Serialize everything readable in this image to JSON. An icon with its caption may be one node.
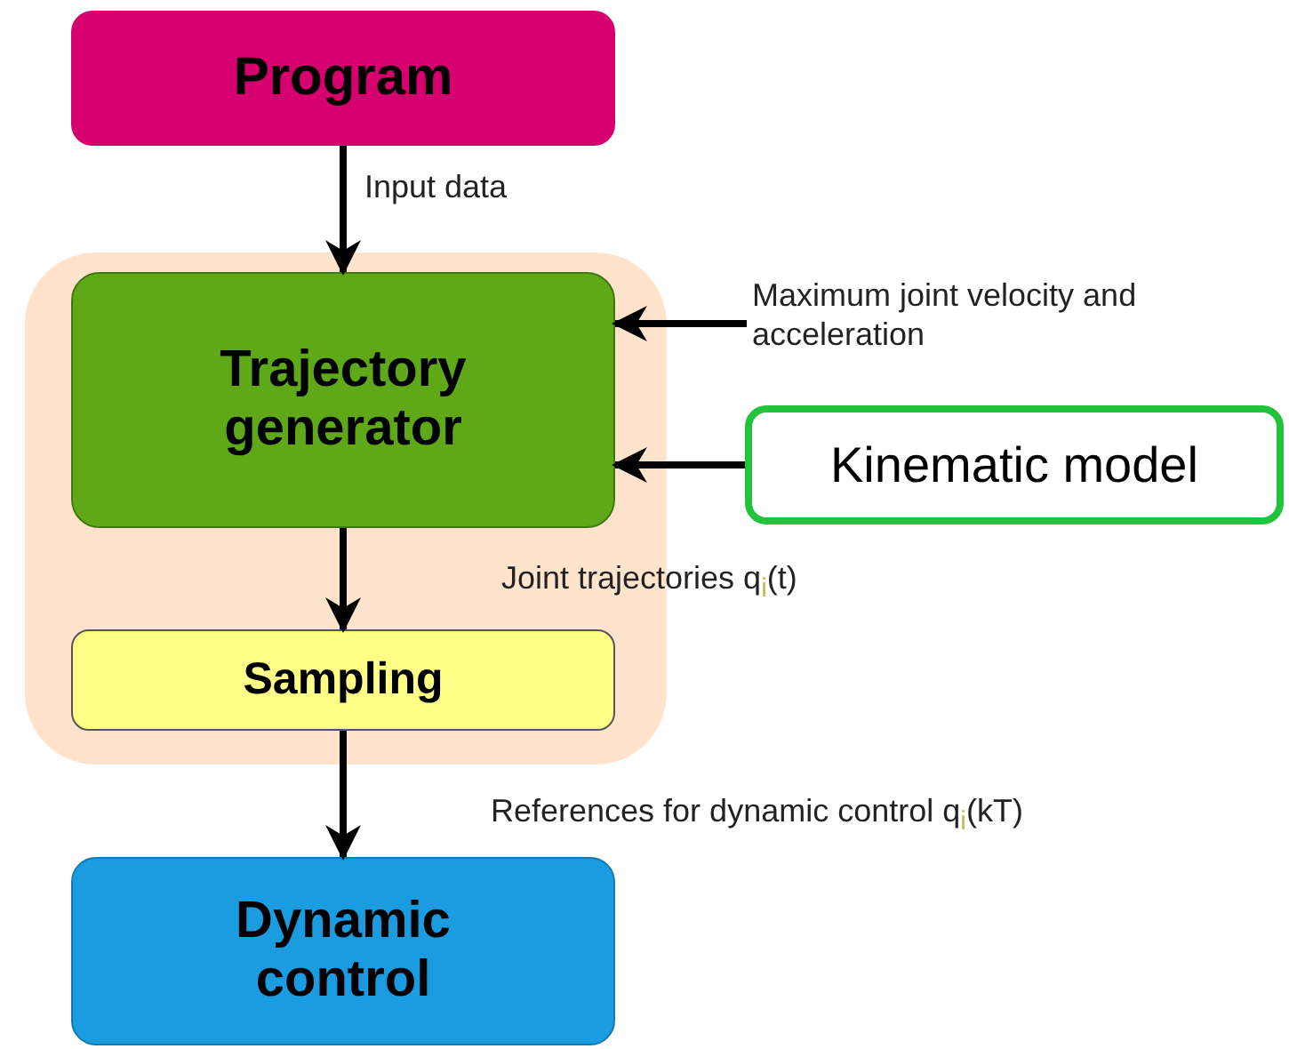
{
  "diagram": {
    "nodes": [
      {
        "text": [
          "Program"
        ]
      },
      {
        "text": [],
        "shape": "box"
      },
      {
        "text": [
          "Trajectory generator"
        ],
        "in": 1
      },
      {
        "text": [
          "Sampling"
        ],
        "in": 1
      },
      {
        "text": [
          "Dynamic control"
        ]
      },
      {
        "text": [
          "Kinematic model"
        ]
      }
    ],
    "edges": [
      {
        "from": 0,
        "to": 2,
        "arrow": "to",
        "label": "Input data"
      },
      {
        "from": null,
        "to": 2,
        "arrow": "to",
        "label": "Maximum joint velocity and acceleration"
      },
      {
        "from": 5,
        "to": 2,
        "arrow": "to"
      },
      {
        "from": 2,
        "to": 3,
        "arrow": "to",
        "label": "Joint trajectories q$_{i}$(t)"
      },
      {
        "from": 3,
        "to": 4,
        "arrow": "to",
        "label": "References for dynamic control q$_{i}$(kT)"
      }
    ]
  }
}
